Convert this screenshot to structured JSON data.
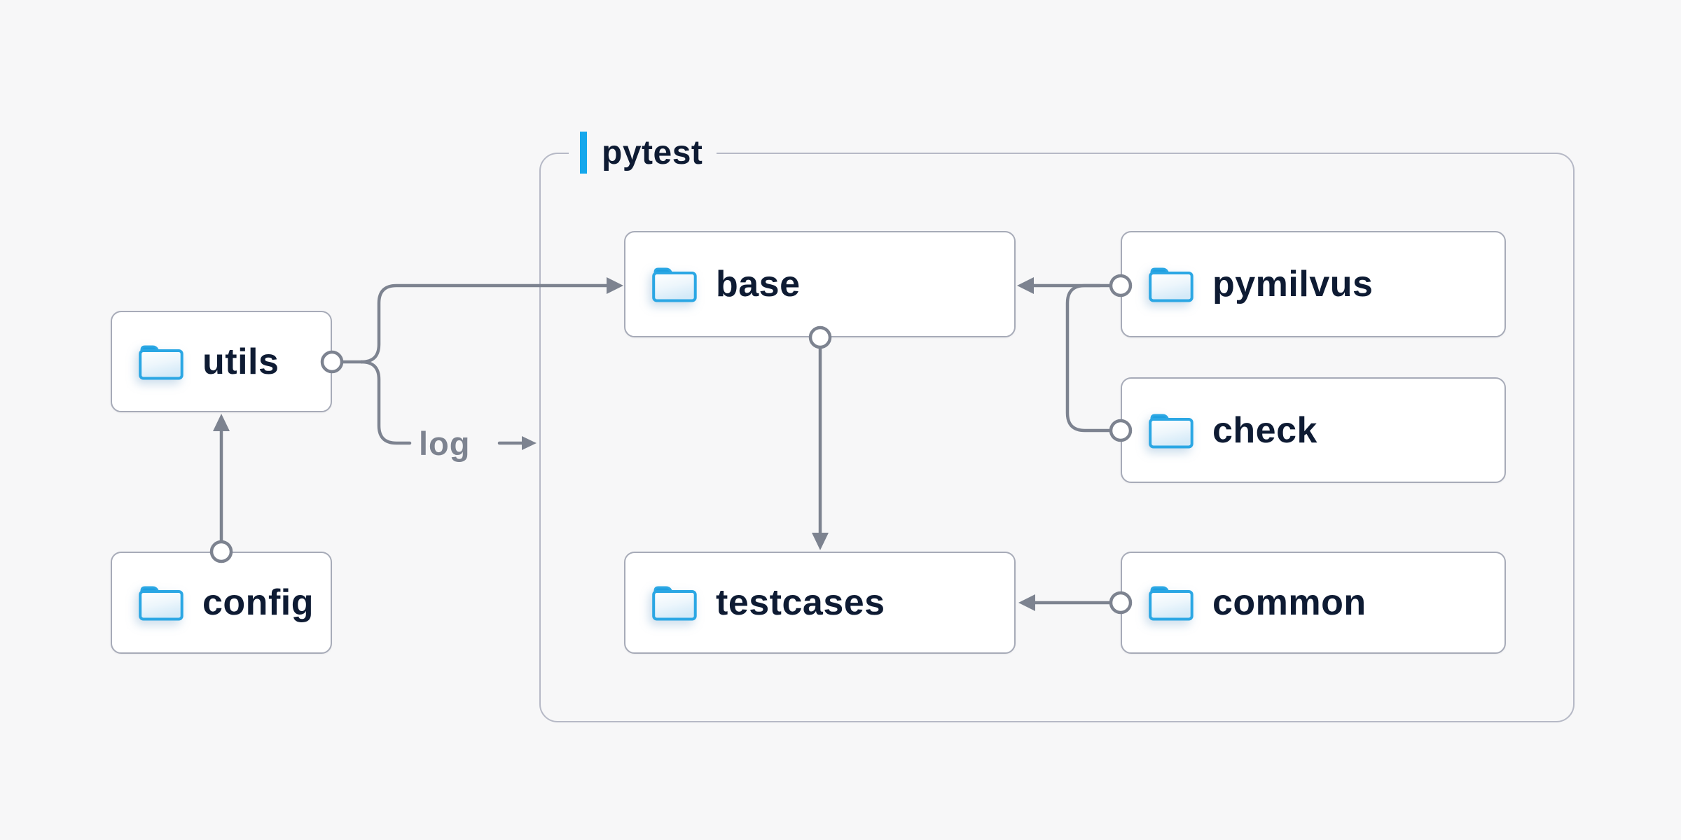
{
  "container": {
    "label": "pytest",
    "accent_color": "#14A7EC",
    "border_color": "#B6B9C6"
  },
  "nodes": {
    "utils": {
      "label": "utils",
      "icon": "folder-icon",
      "inside_container": false
    },
    "config": {
      "label": "config",
      "icon": "folder-icon",
      "inside_container": false
    },
    "base": {
      "label": "base",
      "icon": "folder-icon",
      "inside_container": true
    },
    "pymilvus": {
      "label": "pymilvus",
      "icon": "folder-icon",
      "inside_container": true
    },
    "check": {
      "label": "check",
      "icon": "folder-icon",
      "inside_container": true
    },
    "testcases": {
      "label": "testcases",
      "icon": "folder-icon",
      "inside_container": true
    },
    "common": {
      "label": "common",
      "icon": "folder-icon",
      "inside_container": true
    }
  },
  "edges": {
    "config_to_utils": {
      "from": "config",
      "to": "utils",
      "label": ""
    },
    "utils_to_base": {
      "from": "utils",
      "to": "base",
      "label": ""
    },
    "utils_to_log": {
      "from": "utils",
      "to": "pytest",
      "label": "log"
    },
    "pymilvus_to_base": {
      "from": "pymilvus",
      "to": "base",
      "label": ""
    },
    "check_to_base": {
      "from": "check",
      "to": "base",
      "label": ""
    },
    "base_to_testcases": {
      "from": "base",
      "to": "testcases",
      "label": ""
    },
    "common_to_testcases": {
      "from": "common",
      "to": "testcases",
      "label": ""
    }
  },
  "colors": {
    "background": "#F7F7F8",
    "node_fill": "#FFFFFF",
    "node_border": "#A7ABB8",
    "container_border": "#B6B9C6",
    "connector": "#7D8390",
    "label_text": "#0E1B33",
    "edge_label_text": "#7D8390",
    "accent_blue": "#14A7EC",
    "folder_blue": "#2BA7E4"
  }
}
